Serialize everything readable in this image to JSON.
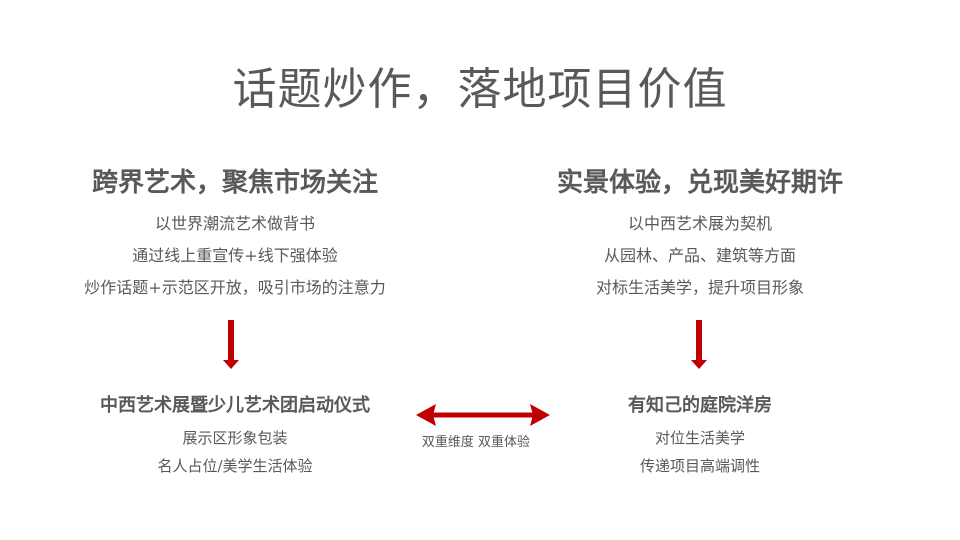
{
  "title": "话题炒作，落地项目价值",
  "colors": {
    "text": "#595959",
    "accent": "#C00000"
  },
  "left": {
    "heading": "跨界艺术，聚焦市场关注",
    "lines": [
      "以世界潮流艺术做背书",
      "通过线上重宣传+线下强体验",
      "炒作话题+示范区开放，吸引市场的注意力"
    ],
    "arrow_icon": "arrow-down-icon",
    "item": {
      "heading": "中西艺术展暨少儿艺术团启动仪式",
      "lines": [
        "展示区形象包装",
        "名人占位/美学生活体验"
      ]
    }
  },
  "right": {
    "heading": "实景体验，兑现美好期许",
    "lines": [
      "以中西艺术展为契机",
      "从园林、产品、建筑等方面",
      "对标生活美学，提升项目形象"
    ],
    "arrow_icon": "arrow-down-icon",
    "item": {
      "heading": "有知己的庭院洋房",
      "lines": [
        "对位生活美学",
        "传递项目高端调性"
      ]
    }
  },
  "connector": {
    "icon": "double-arrow-icon",
    "label": "双重维度  双重体验"
  }
}
